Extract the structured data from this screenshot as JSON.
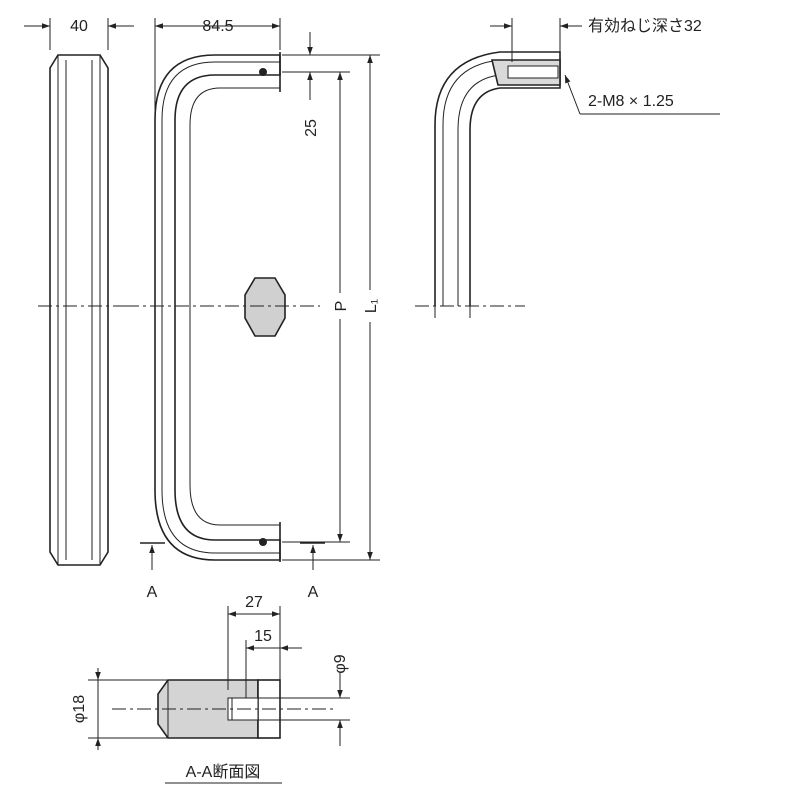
{
  "dimensions": {
    "width_40": "40",
    "depth_84_5": "84.5",
    "offset_25": "25",
    "pitch_P": "P",
    "length_L1": "L₁",
    "section_27": "27",
    "section_15": "15",
    "dia_9": "φ9",
    "dia_18": "φ18"
  },
  "notes": {
    "thread_depth": "有効ねじ深さ32",
    "thread_spec": "2-M8 × 1.25"
  },
  "section": {
    "marker_left": "A",
    "marker_right": "A",
    "title": "A-A断面図"
  }
}
